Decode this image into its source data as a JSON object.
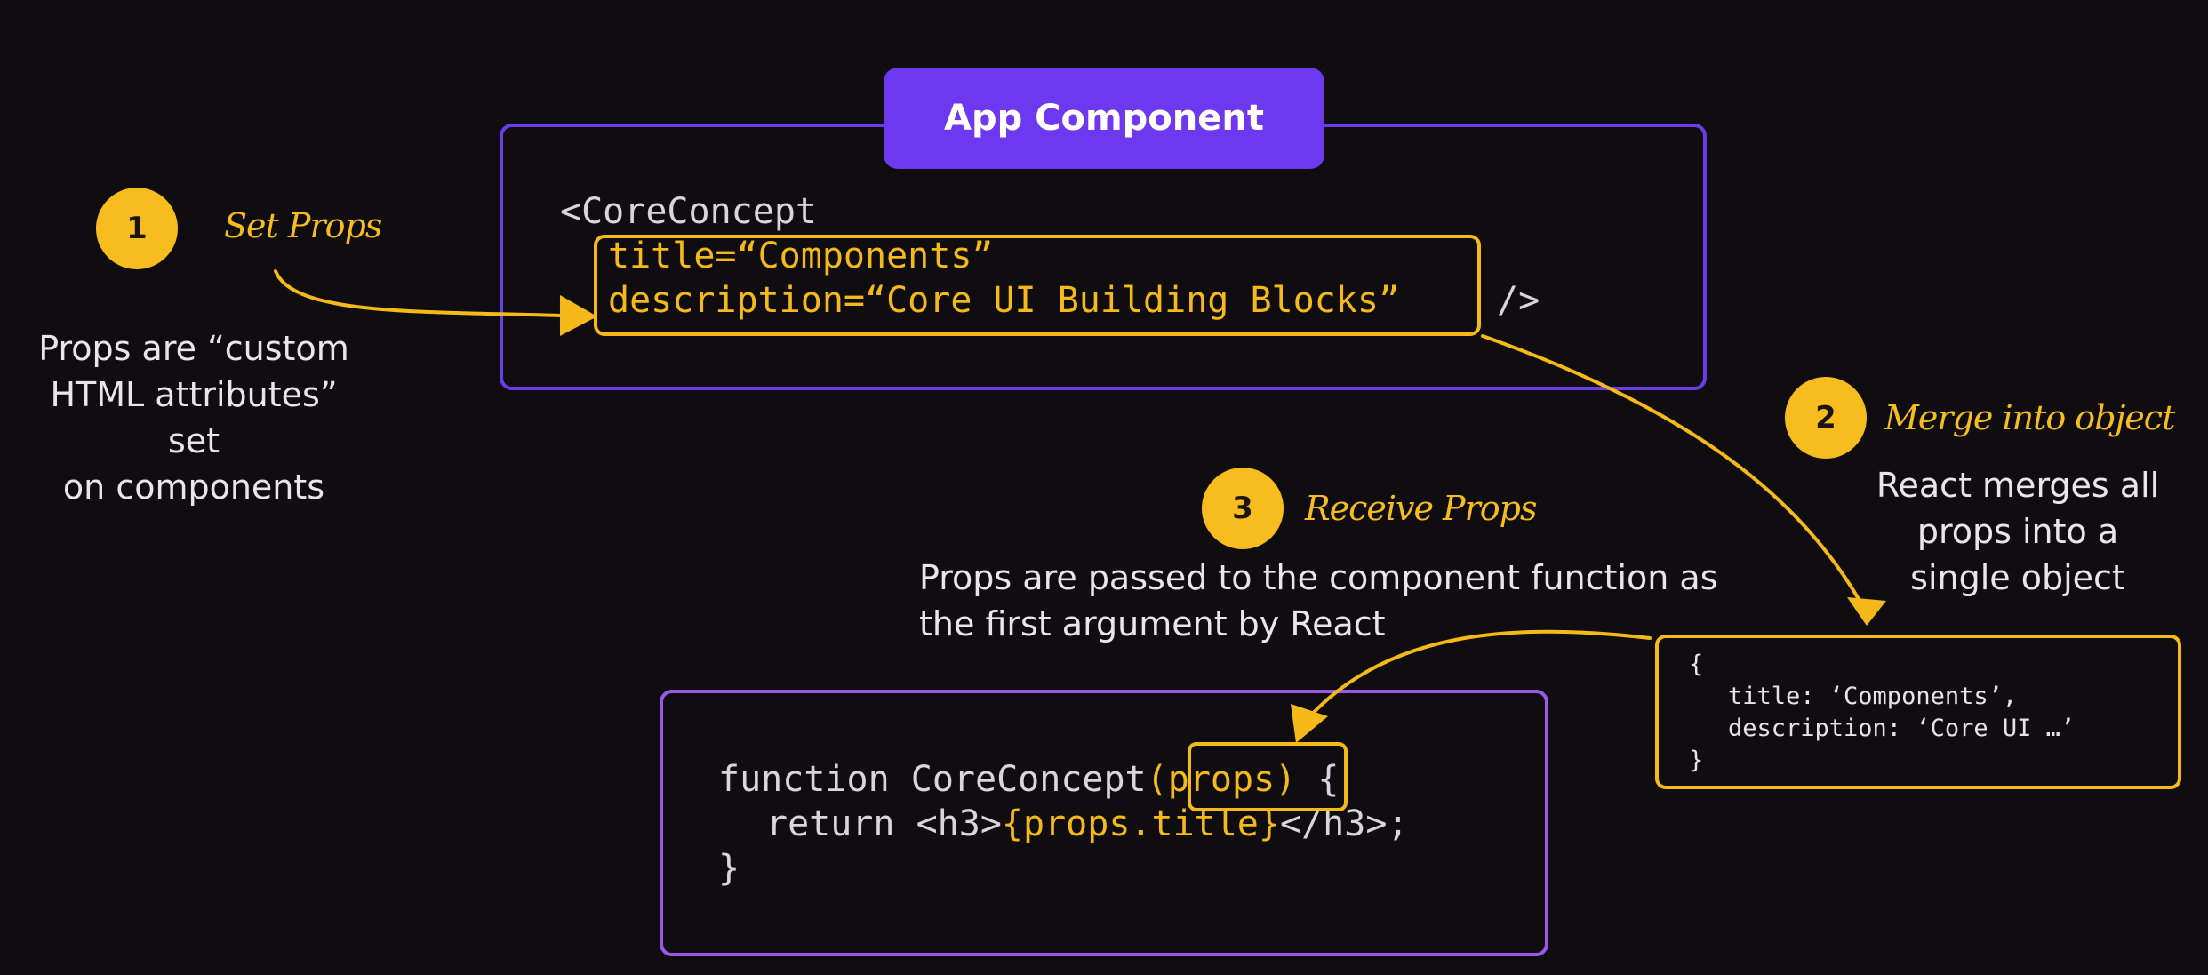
{
  "app_component_label": "App Component",
  "jsx_code": {
    "line1": "<CoreConcept",
    "line2": "title=“Components”",
    "line3": "description=“Core UI Building Blocks”",
    "line3_end": "/>"
  },
  "steps": [
    {
      "number": "1",
      "label": "Set Props",
      "description": [
        "Props are “custom",
        "HTML attributes” set",
        "on components"
      ]
    },
    {
      "number": "2",
      "label": "Merge into object",
      "description": [
        "React merges all",
        "props into a",
        "single object"
      ]
    },
    {
      "number": "3",
      "label": "Receive Props",
      "description": [
        "Props are passed to the component function as",
        "the first argument by React"
      ]
    }
  ],
  "object_code": {
    "open": "{",
    "title_line": "title: ‘Components’,",
    "desc_line": "description: ‘Core UI …’",
    "close": "}"
  },
  "function_code": {
    "kw_function": "function CoreConcept",
    "open_paren": "(",
    "param": "props",
    "close_paren": ")",
    "brace": " {",
    "return_kw": "return ",
    "h3_open": "<h3>",
    "expr": "{props.title}",
    "h3_close": "</h3>;",
    "end": "}"
  },
  "colors": {
    "background": "#0f0d10",
    "accent_yellow": "#f5b91a",
    "purple": "#6e37f0",
    "violet": "#9a58e6"
  }
}
